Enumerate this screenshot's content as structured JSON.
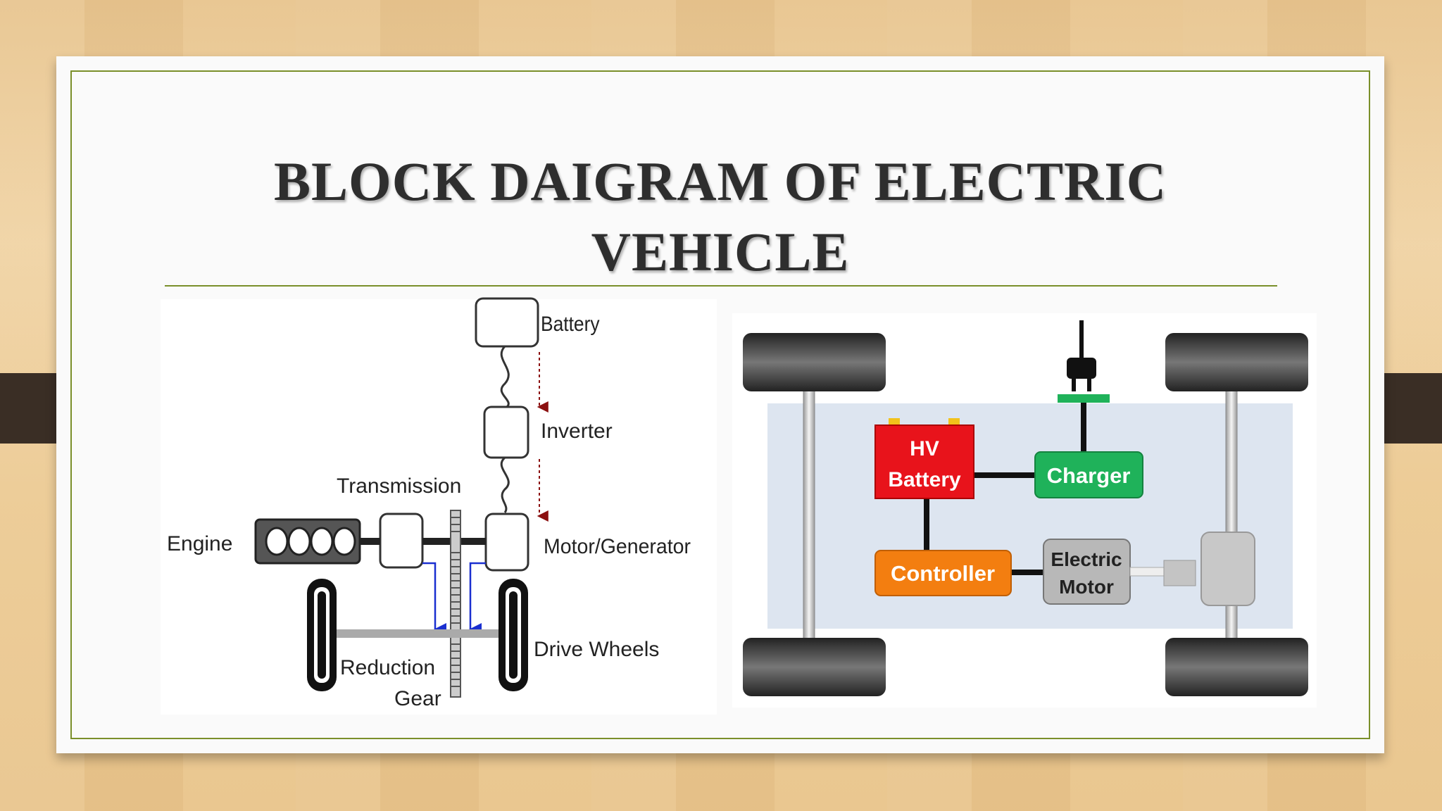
{
  "slide": {
    "title_line1": "BLOCK DAIGRAM OF ELECTRIC",
    "title_line2": "VEHICLE"
  },
  "left_diagram": {
    "battery": "Battery",
    "inverter": "Inverter",
    "transmission": "Transmission",
    "engine": "Engine",
    "motor_generator": "Motor/Generator",
    "drive_wheels": "Drive Wheels",
    "reduction_gear_line1": "Reduction",
    "reduction_gear_line2": "Gear"
  },
  "right_diagram": {
    "hv_battery_line1": "HV",
    "hv_battery_line2": "Battery",
    "charger": "Charger",
    "controller": "Controller",
    "electric_motor_line1": "Electric",
    "electric_motor_line2": "Motor"
  },
  "colors": {
    "frame": "#7a8f2a",
    "hv_battery": "#e8131b",
    "charger": "#1fb25a",
    "controller": "#f37e10",
    "electric_motor": "#b8b8b8",
    "strap": "#3a2e25",
    "flow_arrow_red": "#8b1010",
    "flow_arrow_blue": "#1a2fd0"
  }
}
